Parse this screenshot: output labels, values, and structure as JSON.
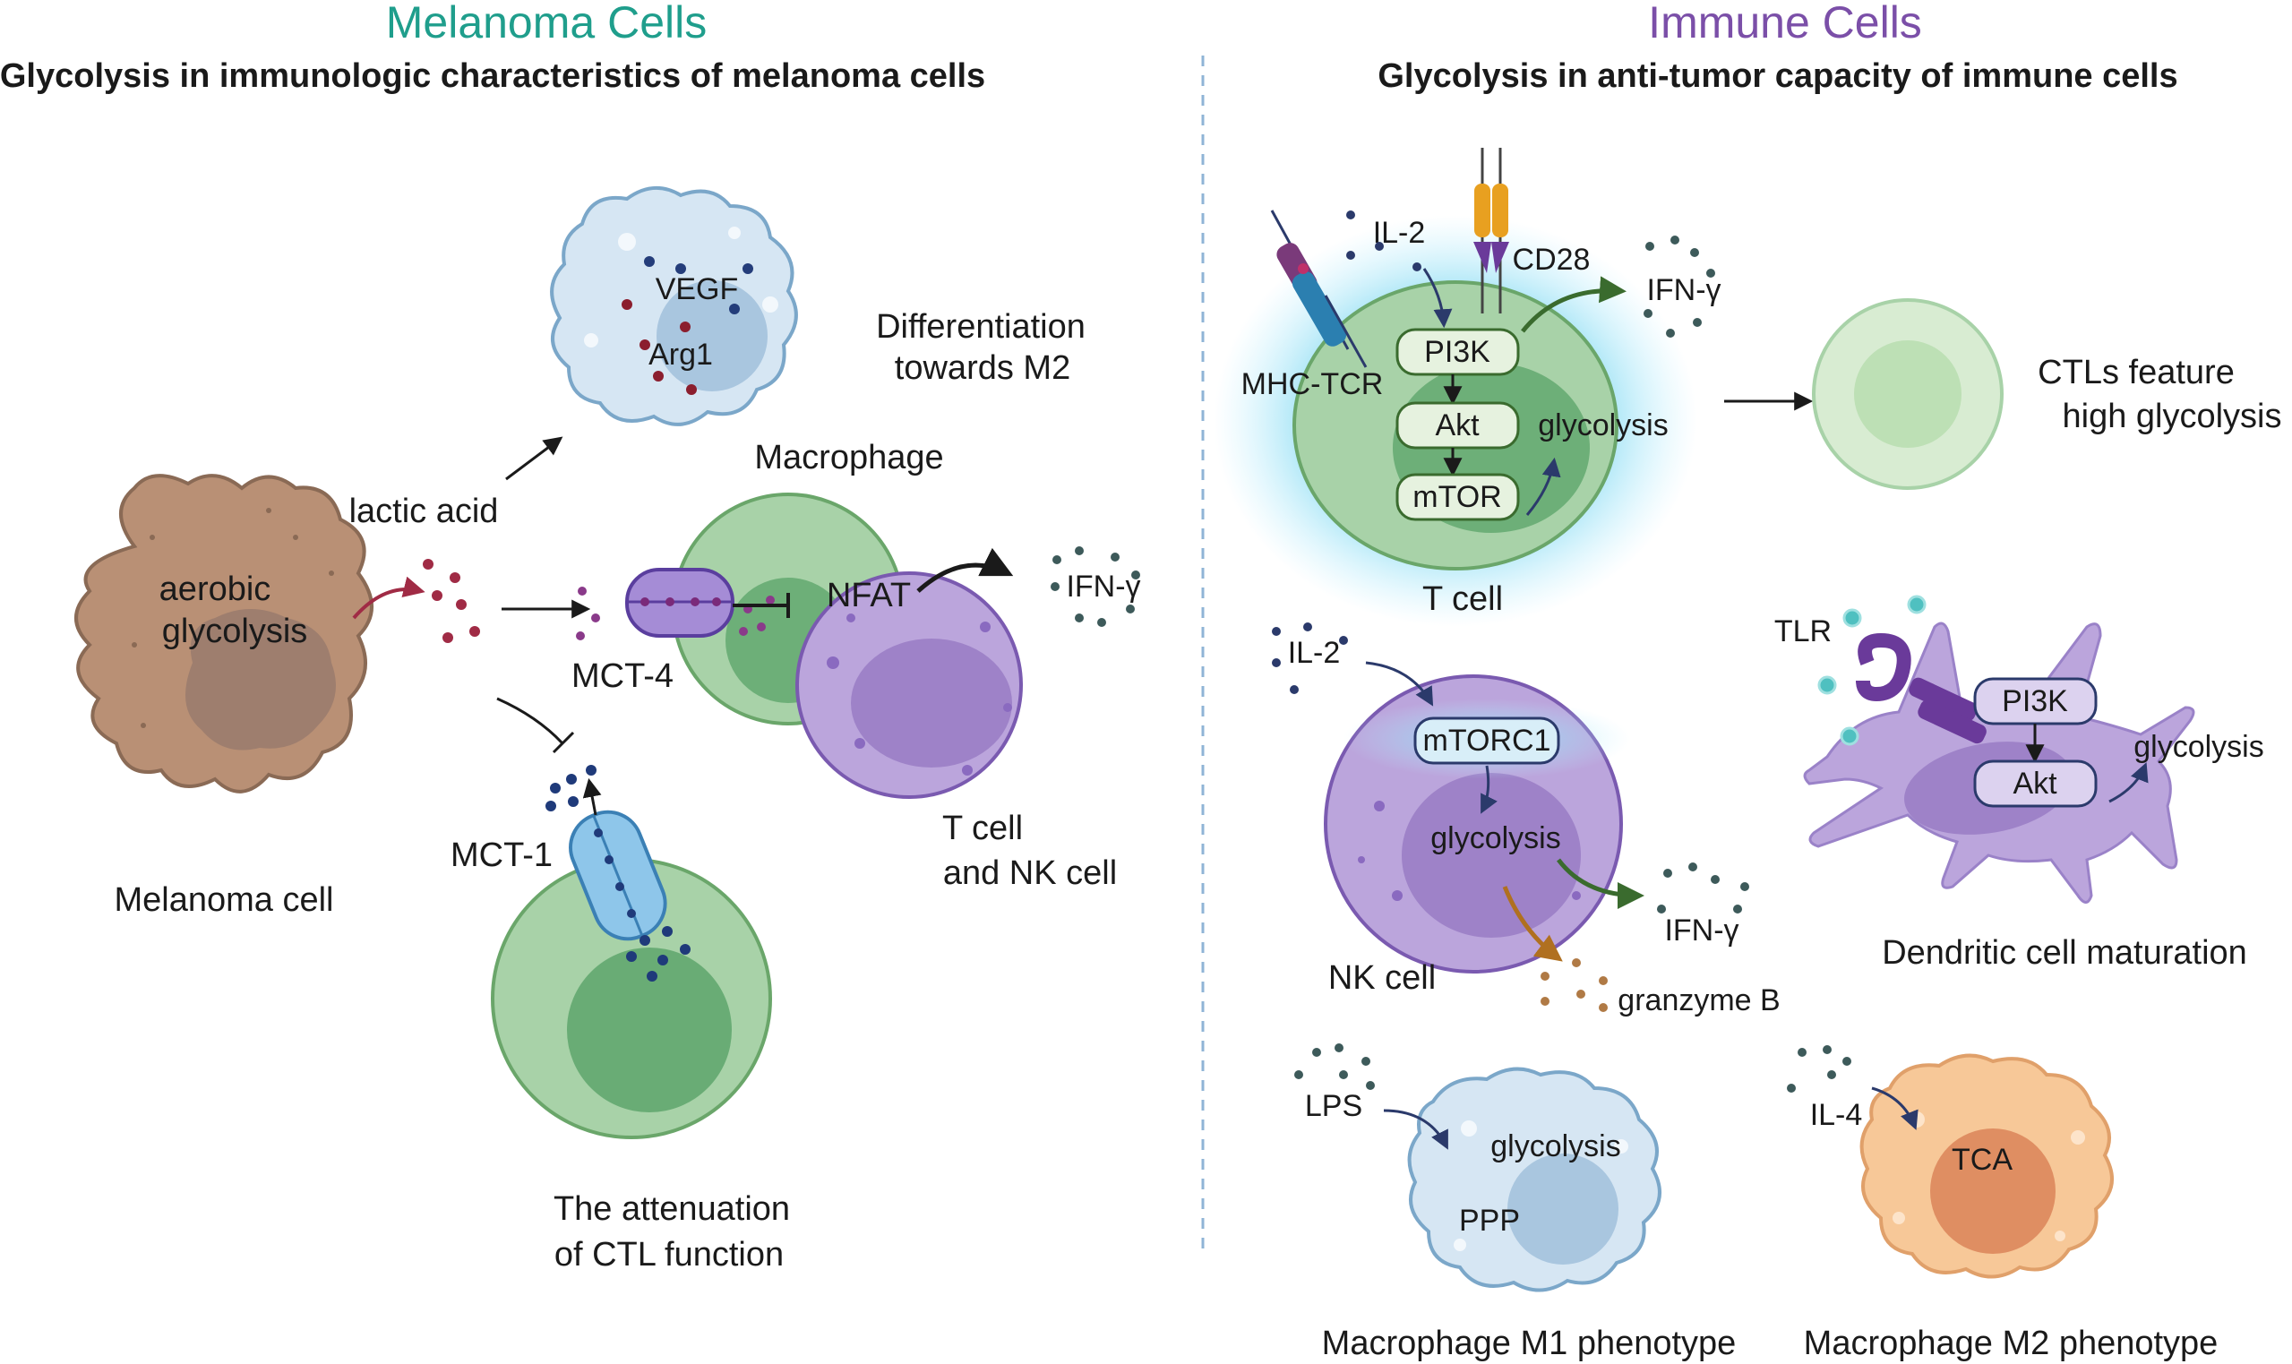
{
  "left_panel": {
    "title": "Melanoma Cells",
    "title_color": "#1f9e8c",
    "subtitle": "Glycolysis in immunologic characteristics of melanoma cells",
    "melanoma_cell": "Melanoma cell",
    "aerobic": "aerobic",
    "glycolysis": "glycolysis",
    "lactic_acid": "lactic acid",
    "vegf": "VEGF",
    "arg1": "Arg1",
    "differentiation_1": "Differentiation",
    "differentiation_2": "towards M2",
    "macrophage": "Macrophage",
    "mct4": "MCT-4",
    "nfat": "NFAT",
    "ifn": "IFN-γ",
    "tcell_1": "T cell",
    "tcell_2": "and NK cell",
    "mct1": "MCT-1",
    "attenuation_1": "The attenuation",
    "attenuation_2": "of CTL function"
  },
  "right_panel": {
    "title": "Immune Cells",
    "title_color": "#7b4fa8",
    "subtitle": "Glycolysis in anti-tumor capacity of immune cells",
    "il2": "IL-2",
    "cd28": "CD28",
    "mhc_tcr": "MHC-TCR",
    "ifn": "IFN-γ",
    "pi3k": "PI3K",
    "akt": "Akt",
    "mtor": "mTOR",
    "glycolysis": "glycolysis",
    "tcell": "T cell",
    "ctl_1": "CTLs feature",
    "ctl_2": "high glycolysis",
    "nk_il2": "IL-2",
    "mtorc1": "mTORC1",
    "nk_glycolysis": "glycolysis",
    "nk_ifn": "IFN-γ",
    "granzyme": "granzyme B",
    "nk_cell": "NK cell",
    "tlr": "TLR",
    "dc_pi3k": "PI3K",
    "dc_akt": "Akt",
    "dc_glycolysis": "glycolysis",
    "dc_label": "Dendritic cell maturation",
    "lps": "LPS",
    "m1_glycolysis": "glycolysis",
    "ppp": "PPP",
    "m1_label": "Macrophage M1 phenotype",
    "il4": "IL-4",
    "tca": "TCA",
    "m2_label": "Macrophage M2 phenotype"
  }
}
